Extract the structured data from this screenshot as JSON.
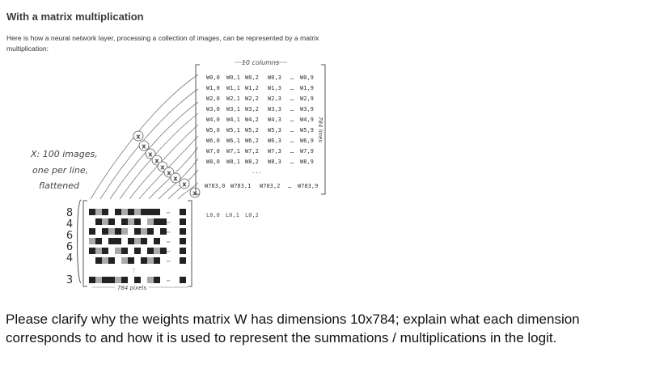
{
  "heading": "With a matrix multiplication",
  "intro": "Here is how a neural network layer, processing a collection of images, can be represented by a matrix multiplication:",
  "diagram": {
    "columns_label": "10 columns",
    "lines_label": "784 lines",
    "pixels_label": "784 pixels",
    "x_label_lines": [
      "X: 100 images,",
      "one per line,",
      "flattened"
    ],
    "digits": [
      "8",
      "4",
      "6",
      "6",
      "4",
      "3"
    ],
    "dots": "...",
    "weight_rows": [
      [
        "W0,0",
        "W0,1",
        "W0,2",
        "W0,3",
        "…",
        "W0,9"
      ],
      [
        "W1,0",
        "W1,1",
        "W1,2",
        "W1,3",
        "…",
        "W1,9"
      ],
      [
        "W2,0",
        "W2,1",
        "W2,2",
        "W2,3",
        "…",
        "W2,9"
      ],
      [
        "W3,0",
        "W3,1",
        "W3,2",
        "W3,3",
        "…",
        "W3,9"
      ],
      [
        "W4,0",
        "W4,1",
        "W4,2",
        "W4,3",
        "…",
        "W4,9"
      ],
      [
        "W5,0",
        "W5,1",
        "W5,2",
        "W5,3",
        "…",
        "W5,9"
      ],
      [
        "W6,0",
        "W6,1",
        "W6,2",
        "W6,3",
        "…",
        "W6,9"
      ],
      [
        "W7,0",
        "W7,1",
        "W7,2",
        "W7,3",
        "…",
        "W7,9"
      ],
      [
        "W8,0",
        "W8,1",
        "W8,2",
        "W8,3",
        "…",
        "W8,9"
      ]
    ],
    "weight_last_row": [
      "W783,0",
      "W783,1",
      "W783,2",
      "…",
      "W783,9"
    ],
    "bias_row": [
      "L0,0",
      "L0,1",
      "L0,2"
    ]
  },
  "question": "Please clarify why the weights matrix W has dimensions 10x784; explain what each dimension corresponds to and how it is used to represent the summations / multiplications in the logit."
}
